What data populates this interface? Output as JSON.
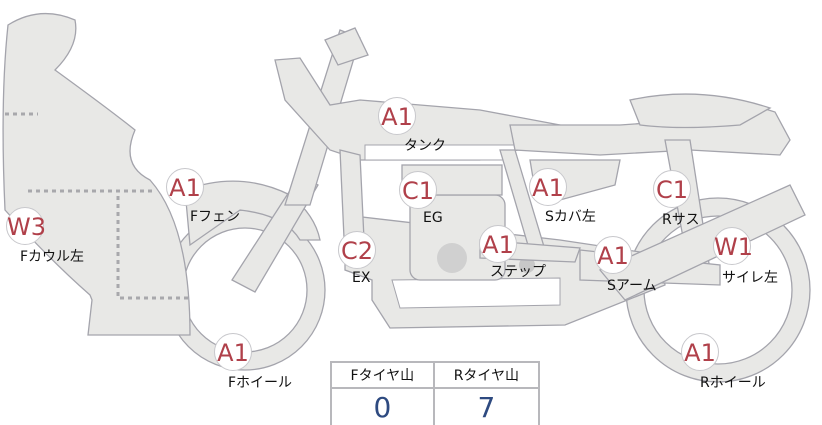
{
  "parts": [
    {
      "code": "A1",
      "label": "タンク"
    },
    {
      "code": "A1",
      "label": "Fフェン"
    },
    {
      "code": "W3",
      "label": "Fカウル左"
    },
    {
      "code": "C1",
      "label": "EG"
    },
    {
      "code": "C2",
      "label": "EX"
    },
    {
      "code": "A1",
      "label": "ステップ"
    },
    {
      "code": "A1",
      "label": "Sカバ左"
    },
    {
      "code": "C1",
      "label": "Rサス"
    },
    {
      "code": "A1",
      "label": "Sアーム"
    },
    {
      "code": "W1",
      "label": "サイレ左"
    },
    {
      "code": "A1",
      "label": "Fホイール"
    },
    {
      "code": "A1",
      "label": "Rホイール"
    }
  ],
  "tire_table": {
    "headers": [
      "Fタイヤ山",
      "Rタイヤ山"
    ],
    "values": [
      "0",
      "7"
    ]
  },
  "colors": {
    "code": "#b0404a",
    "value": "#2e4a80",
    "part_fill": "#e8e8e6"
  }
}
